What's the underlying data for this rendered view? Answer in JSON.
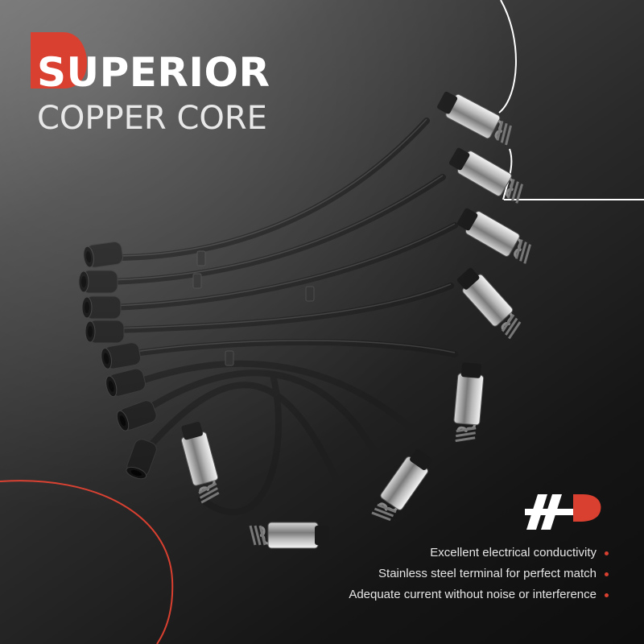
{
  "headline": {
    "lead_letters": "SU",
    "rest": "PERIOR",
    "subtitle": "COPPER CORE"
  },
  "features": [
    {
      "text": "Excellent electrical conductivity"
    },
    {
      "text": "Stainless steel terminal for perfect match"
    },
    {
      "text": "Adequate current without noise or interference"
    }
  ],
  "colors": {
    "accent": "#d94030",
    "background_dark": "#151515",
    "background_light": "#5a5a5a",
    "text": "#ffffff"
  },
  "icons": {
    "brand_logo": "ap-logo-icon",
    "title_badge": "red-corner-badge-icon",
    "bullet": "red-dot-icon"
  },
  "product": {
    "depiction": "spark-plug-wire-set-icon"
  }
}
